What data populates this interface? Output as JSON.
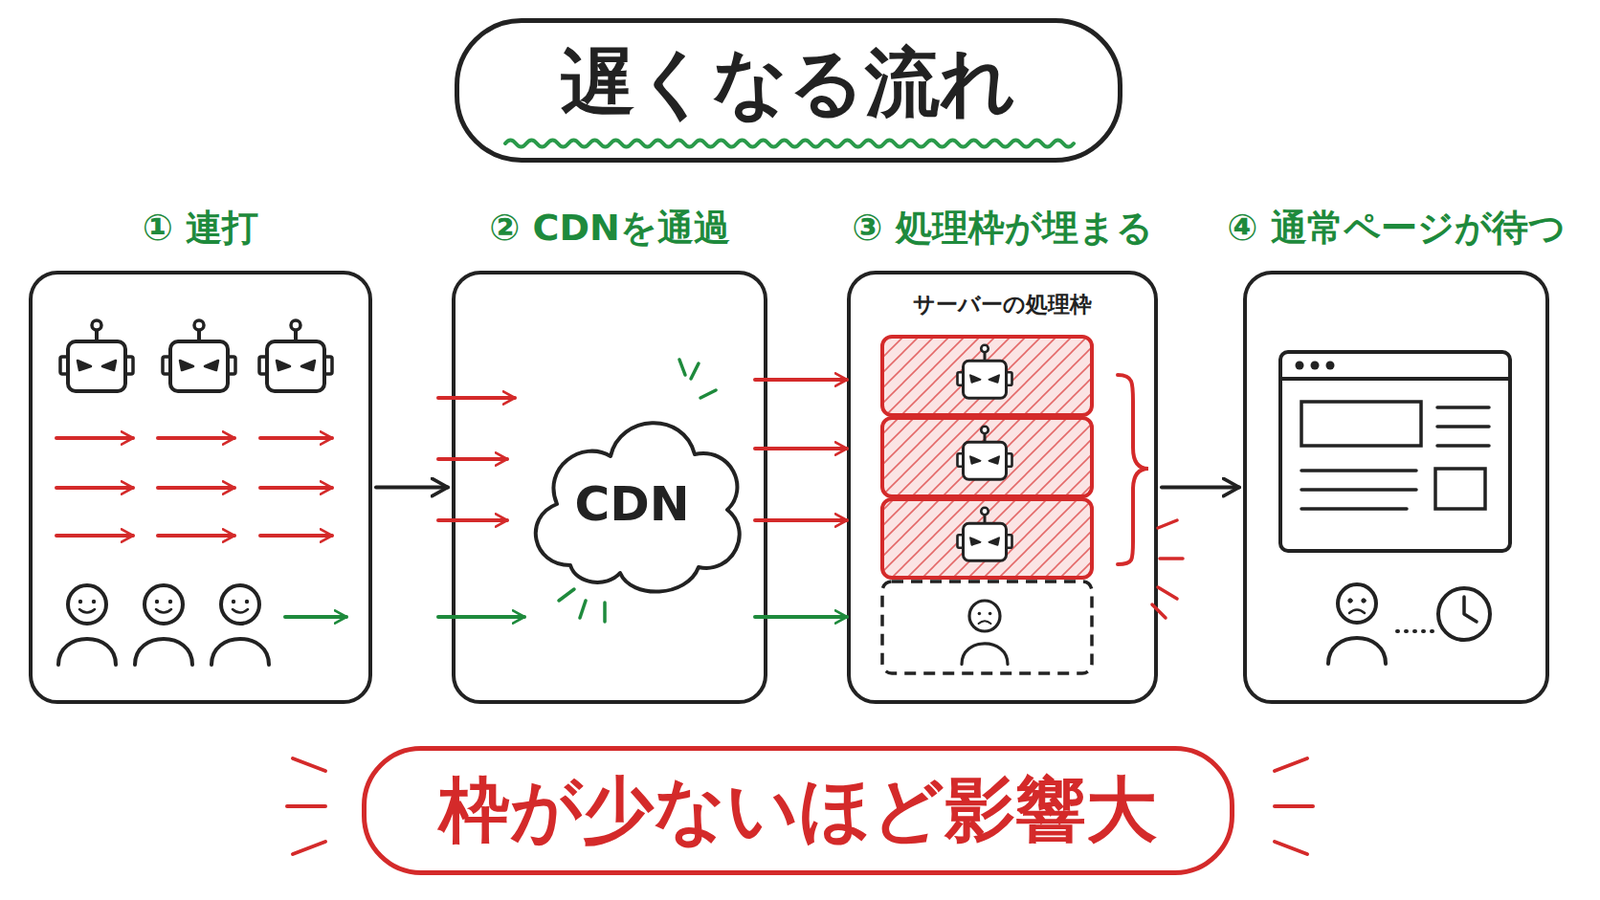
{
  "diagram": {
    "title": "遅くなる流れ",
    "caption": "枠が少ないほど影響大",
    "nodes": [
      {
        "text": [
          "① 連打"
        ]
      },
      {
        "text": [
          "② CDNを通過"
        ]
      },
      {
        "text": [
          "CDN"
        ],
        "in": 1
      },
      {
        "text": [
          "③ 処理枠が埋まる",
          "サーバーの処理枠"
        ]
      },
      {
        "text": [
          "④ 通常ページが待つ"
        ]
      }
    ],
    "edges": [
      {
        "from": 0,
        "to": 1,
        "arrow": "to"
      },
      {
        "from": 3,
        "to": 4,
        "arrow": "to"
      }
    ]
  }
}
